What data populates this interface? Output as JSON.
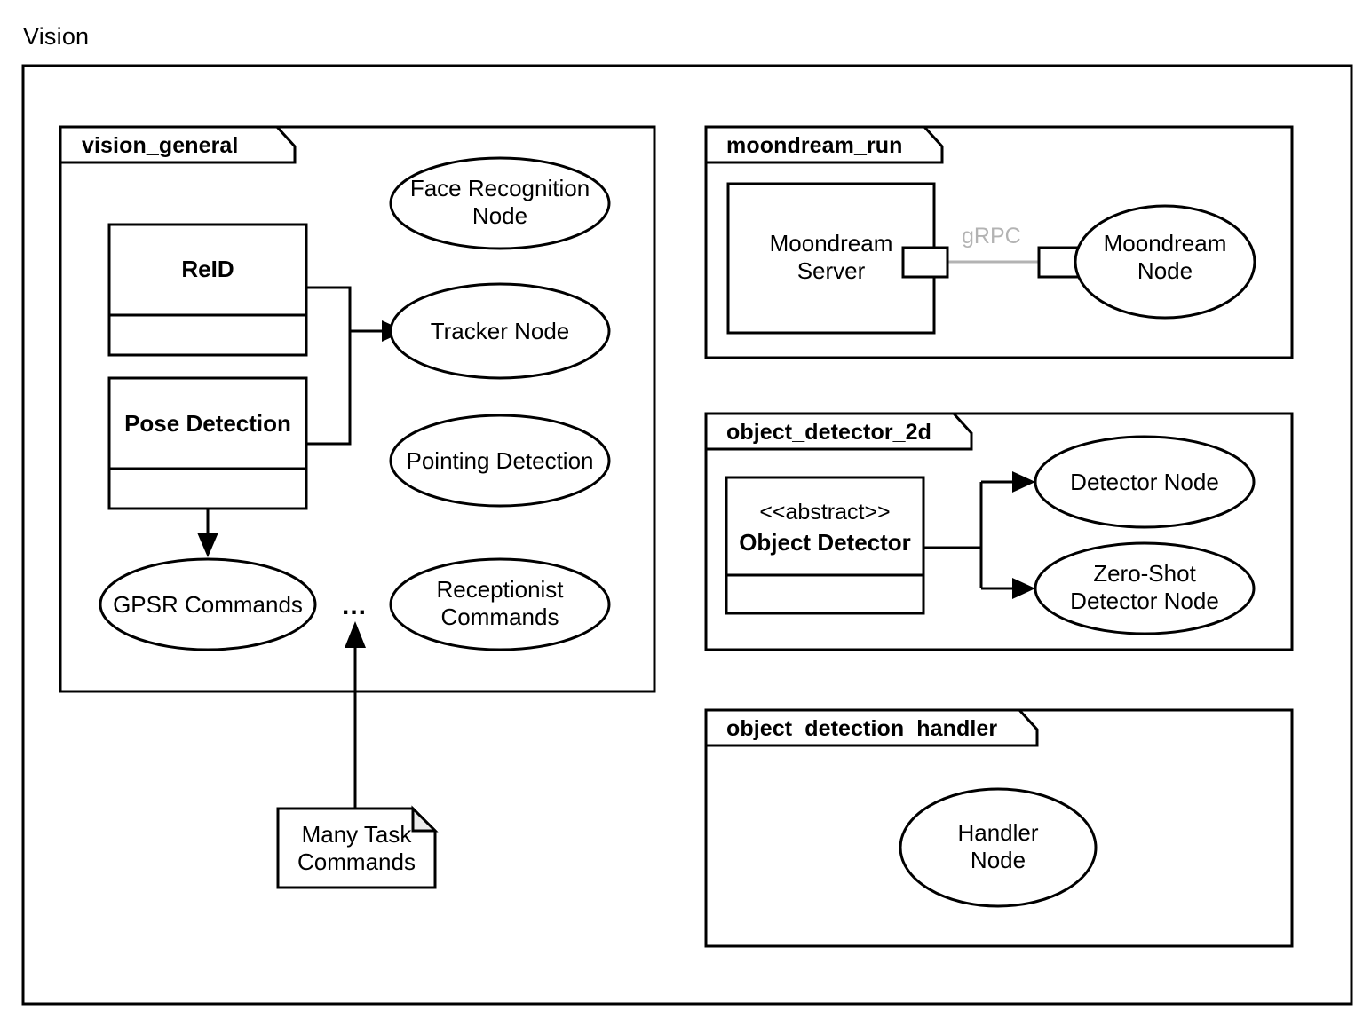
{
  "diagram": {
    "title": "Vision",
    "type": "uml-component-diagram"
  },
  "packages": [
    {
      "id": "vision_general",
      "name": "vision_general",
      "classes": [
        {
          "id": "reid",
          "name": "ReID",
          "stereotype": ""
        },
        {
          "id": "pose_detection",
          "name": "Pose Detection",
          "stereotype": ""
        }
      ],
      "nodes": [
        {
          "id": "face_recognition_node",
          "label": "Face Recognition\nNode"
        },
        {
          "id": "tracker_node",
          "label": "Tracker Node"
        },
        {
          "id": "pointing_detection",
          "label": "Pointing Detection"
        },
        {
          "id": "gpsr_commands",
          "label": "GPSR Commands"
        },
        {
          "id": "receptionist_commands",
          "label": "Receptionist\nCommands"
        }
      ],
      "ellipsis": "...",
      "notes": [
        {
          "id": "many_task_commands",
          "label": "Many Task\nCommands"
        }
      ]
    },
    {
      "id": "moondream_run",
      "name": "moondream_run",
      "classes": [
        {
          "id": "moondream_server",
          "name": "Moondream\nServer",
          "stereotype": ""
        }
      ],
      "nodes": [
        {
          "id": "moondream_node",
          "label": "Moondream\nNode"
        }
      ],
      "connections": [
        {
          "id": "grpc",
          "label": "gRPC",
          "color": "#b3b3b3"
        }
      ]
    },
    {
      "id": "object_detector_2d",
      "name": "object_detector_2d",
      "classes": [
        {
          "id": "object_detector",
          "name": "Object Detector",
          "stereotype": "<<abstract>>"
        }
      ],
      "nodes": [
        {
          "id": "detector_node",
          "label": "Detector Node"
        },
        {
          "id": "zero_shot_detector_node",
          "label": "Zero-Shot\nDetector Node"
        }
      ]
    },
    {
      "id": "object_detection_handler",
      "name": "object_detection_handler",
      "classes": [],
      "nodes": [
        {
          "id": "handler_node",
          "label": "Handler\nNode"
        }
      ]
    }
  ],
  "colors": {
    "stroke": "#000000",
    "fill": "#ffffff",
    "muted": "#b3b3b3",
    "fold": "#ebebeb"
  }
}
